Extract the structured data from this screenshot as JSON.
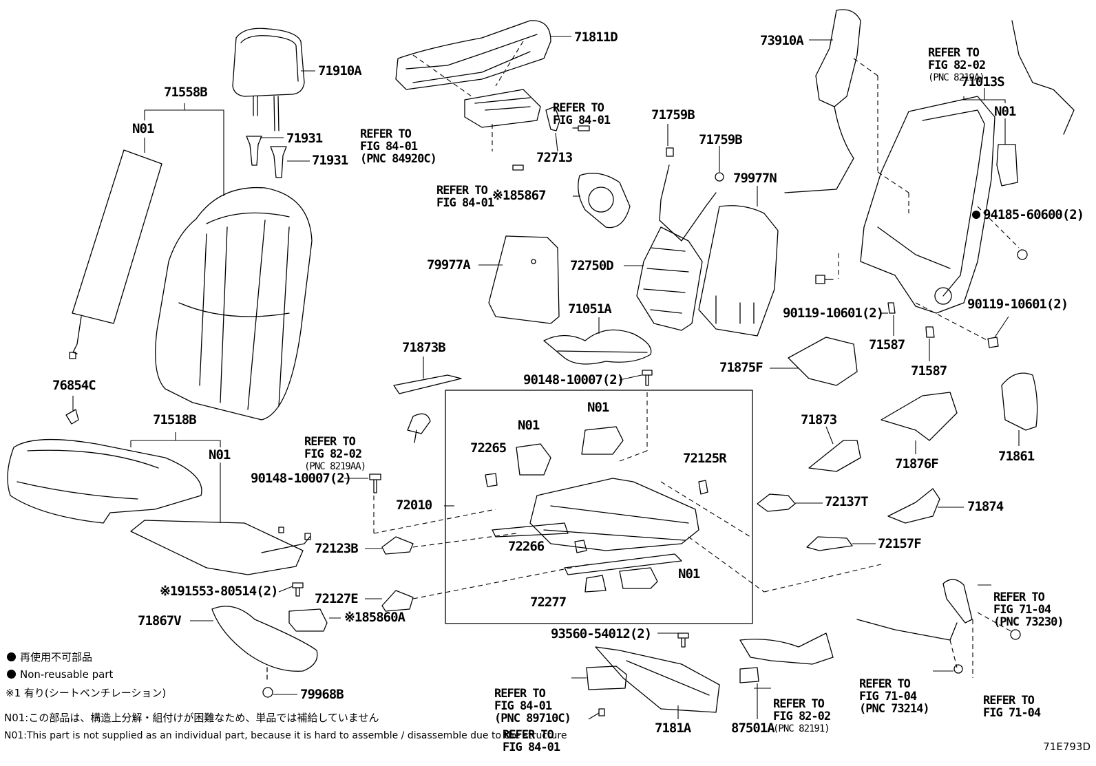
{
  "labels": {
    "p71910A": "71910A",
    "p71558B": "71558B",
    "n01_back": "N01",
    "p71931a": "71931",
    "p71931b": "71931",
    "p76854C": "76854C",
    "p71518B": "71518B",
    "n01_cush": "N01",
    "p90148a": "90148-10007(2)",
    "p191553": "※191553-80514(2)",
    "p71867V": "71867V",
    "p79968B": "79968B",
    "p71811D": "71811D",
    "p72713": "72713",
    "p185867": "※185867",
    "p79977A": "79977A",
    "p71873B": "71873B",
    "p71759B_a": "71759B",
    "p71759B_b": "71759B",
    "p72750D": "72750D",
    "p71051A": "71051A",
    "p90148b": "90148-10007(2)",
    "p79977N": "79977N",
    "p73910A": "73910A",
    "p71013S": "71013S",
    "n01_frame": "N01",
    "p94185": "94185-60600(2)",
    "p90119a": "90119-10601(2)",
    "p90119b": "90119-10601(2)",
    "p71587a": "71587",
    "p71587b": "71587",
    "p71875F": "71875F",
    "p71873": "71873",
    "p71876F": "71876F",
    "p71861": "71861",
    "p72137T": "72137T",
    "p71874": "71874",
    "p72157F": "72157F",
    "n01_m1": "N01",
    "n01_m2": "N01",
    "p72265": "72265",
    "p72125R": "72125R",
    "p72010": "72010",
    "p72123B": "72123B",
    "p72266": "72266",
    "n01_m3": "N01",
    "p72127E": "72127E",
    "p185860A": "※185860A",
    "p72277": "72277",
    "p93560": "93560-54012(2)",
    "p7181A": "7181A",
    "p87501A": "87501A"
  },
  "refs": {
    "r_84_01_a": {
      "line1": "REFER TO",
      "line2": "FIG 84-01",
      "line3": "(PNC 84920C)"
    },
    "r_84_01_b": {
      "line1": "REFER TO",
      "line2": "FIG 84-01"
    },
    "r_84_01_c": {
      "line1": "REFER TO",
      "line2": "FIG 84-01"
    },
    "r_82_02_a": {
      "line1": "REFER TO",
      "line2": "FIG 82-02",
      "line3": "(PNC 8219A)"
    },
    "r_82_02_b": {
      "line1": "REFER TO",
      "line2": "FIG 82-02",
      "line3": "(PNC 8219AA)"
    },
    "r_71_04_a": {
      "line1": "REFER TO",
      "line2": "FIG 71-04",
      "line3": "(PNC 73230)"
    },
    "r_71_04_b": {
      "line1": "REFER TO",
      "line2": "FIG 71-04",
      "line3": "(PNC 73214)"
    },
    "r_71_04_c": {
      "line1": "REFER TO",
      "line2": "FIG 71-04"
    },
    "r_84_01_d": {
      "line1": "REFER TO",
      "line2": "FIG 84-01",
      "line3": "(PNC 89710C)"
    },
    "r_84_01_e": {
      "line1": "REFER TO",
      "line2": "FIG 84-01"
    },
    "r_82_02_c": {
      "line1": "REFER TO",
      "line2": "FIG 82-02",
      "line3": "(PNC 82191)"
    }
  },
  "legend": {
    "jp_nonreuse": "再使用不可部品",
    "en_nonreuse": "Non-reusable part",
    "note1": "※1 有り(シートベンチレーション)",
    "n01_jp": "N01:この部品は、構造上分解・組付けが困難なため、単品では補給していません",
    "n01_en": "N01:This part is not supplied as an individual part, because it is hard to assemble / disassemble due to the structure"
  },
  "diagram_code": "71E793D"
}
